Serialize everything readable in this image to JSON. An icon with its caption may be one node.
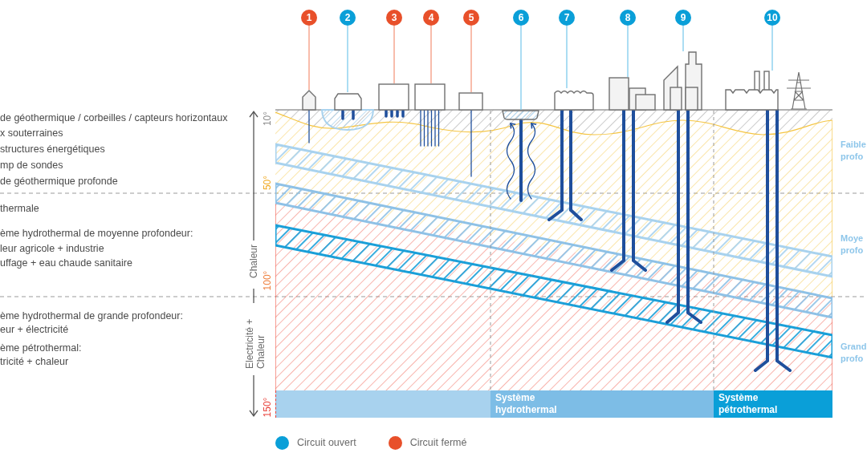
{
  "diagram": {
    "nodes": [
      {
        "text": [
          "1"
        ]
      },
      {
        "text": [
          "2"
        ]
      },
      {
        "text": [
          "3"
        ]
      },
      {
        "text": [
          "4"
        ]
      },
      {
        "text": [
          "5"
        ]
      },
      {
        "text": [
          "6"
        ]
      },
      {
        "text": [
          "7"
        ]
      },
      {
        "text": [
          "8"
        ]
      },
      {
        "text": [
          "9"
        ]
      },
      {
        "text": [
          "10"
        ]
      },
      {
        "text": [],
        "shape": "picture"
      },
      {
        "text": [],
        "shape": "box"
      },
      {
        "text": [],
        "shape": "box"
      },
      {
        "text": [],
        "shape": "box"
      },
      {
        "text": [],
        "shape": "box"
      },
      {
        "text": [],
        "shape": "box"
      },
      {
        "text": [],
        "shape": "box"
      },
      {
        "text": [],
        "shape": "picture"
      },
      {
        "text": [],
        "shape": "picture"
      },
      {
        "text": [],
        "shape": "box"
      },
      {
        "text": [],
        "shape": "bar"
      },
      {
        "text": [
          "Système hydrothermal"
        ]
      },
      {
        "text": [
          "Système pétrothermal"
        ]
      }
    ],
    "edges": [
      {
        "from": 0,
        "to": 10,
        "arrow": "none",
        "color": "#f4997f"
      },
      {
        "from": 1,
        "to": 11,
        "arrow": "none"
      },
      {
        "from": 2,
        "to": 12,
        "arrow": "none",
        "color": "#f4997f"
      },
      {
        "from": 3,
        "to": 13,
        "arrow": "none",
        "color": "#f4997f"
      },
      {
        "from": 4,
        "to": 14,
        "arrow": "none",
        "color": "#f4997f"
      },
      {
        "from": 5,
        "to": 15,
        "arrow": "none"
      },
      {
        "from": 6,
        "to": 16,
        "arrow": "none"
      },
      {
        "from": 7,
        "to": 17,
        "arrow": "none"
      },
      {
        "from": 8,
        "to": 18,
        "arrow": "none"
      },
      {
        "from": 9,
        "to": 19,
        "arrow": "none"
      }
    ],
    "labels": [
      "de géothermique / corbeilles / capteurs horizontaux",
      "x souterraines",
      "structures énergétiques",
      "mp de sondes",
      "de géothermique profonde",
      "thermale",
      "ème hydrothermal de moyenne profondeur:",
      "leur agricole + industrie",
      "uffage + eau chaude sanitaire",
      "ème hydrothermal de grande profondeur:",
      "eur + électricité",
      "ème pétrothermal:",
      "tricité + chaleur",
      "10°",
      "50°",
      "100°",
      "150°",
      "Chaleur",
      "Electricité + Chaleur",
      "Faible profo",
      "Moye profo",
      "Grand profo"
    ],
    "legend": [
      {
        "text": "Circuit ouvert",
        "color": "#0a9fd8"
      },
      {
        "text": "Circuit fermé",
        "color": "#e8502a"
      }
    ]
  }
}
